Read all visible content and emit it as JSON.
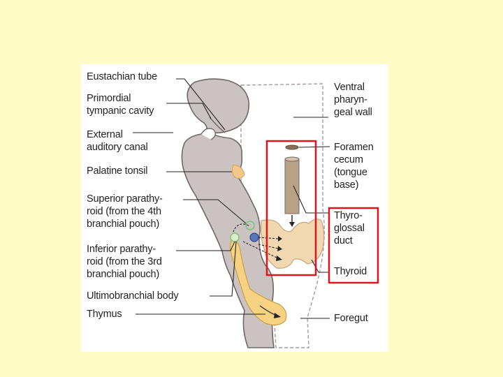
{
  "colors": {
    "page_background": "#fffcc8",
    "panel_background": "#ffffff",
    "tissue": "#cbc3c1",
    "tissue_outline": "#6f6866",
    "gland": "#f2d8b0",
    "thymus": "#f6d282",
    "duct": "#b8a287",
    "highlight_box": "#e0141c"
  },
  "labels": {
    "eustachian_tube": "Eustachian tube",
    "primordial_tympanic_cavity": "Primordial\ntympanic cavity",
    "external_auditory_canal": "External\nauditory canal",
    "palatine_tonsil": "Palatine tonsil",
    "superior_parathyroid": "Superior parathy-\nroid (from the 4th\nbranchial pouch)",
    "inferior_parathyroid": "Inferior parathy-\nroid (from the 3rd\nbranchial pouch)",
    "ultimobranchial_body": "Ultimobranchial body",
    "thymus": "Thymus",
    "ventral_pharyngeal_wall": "Ventral\npharyn-\ngeal wall",
    "foramen_cecum": "Foramen\ncecum\n(tongue\n base)",
    "thyroglossal_duct": "Thyro-\nglossal\nduct",
    "thyroid": "Thyroid",
    "foregut": "Foregut"
  }
}
